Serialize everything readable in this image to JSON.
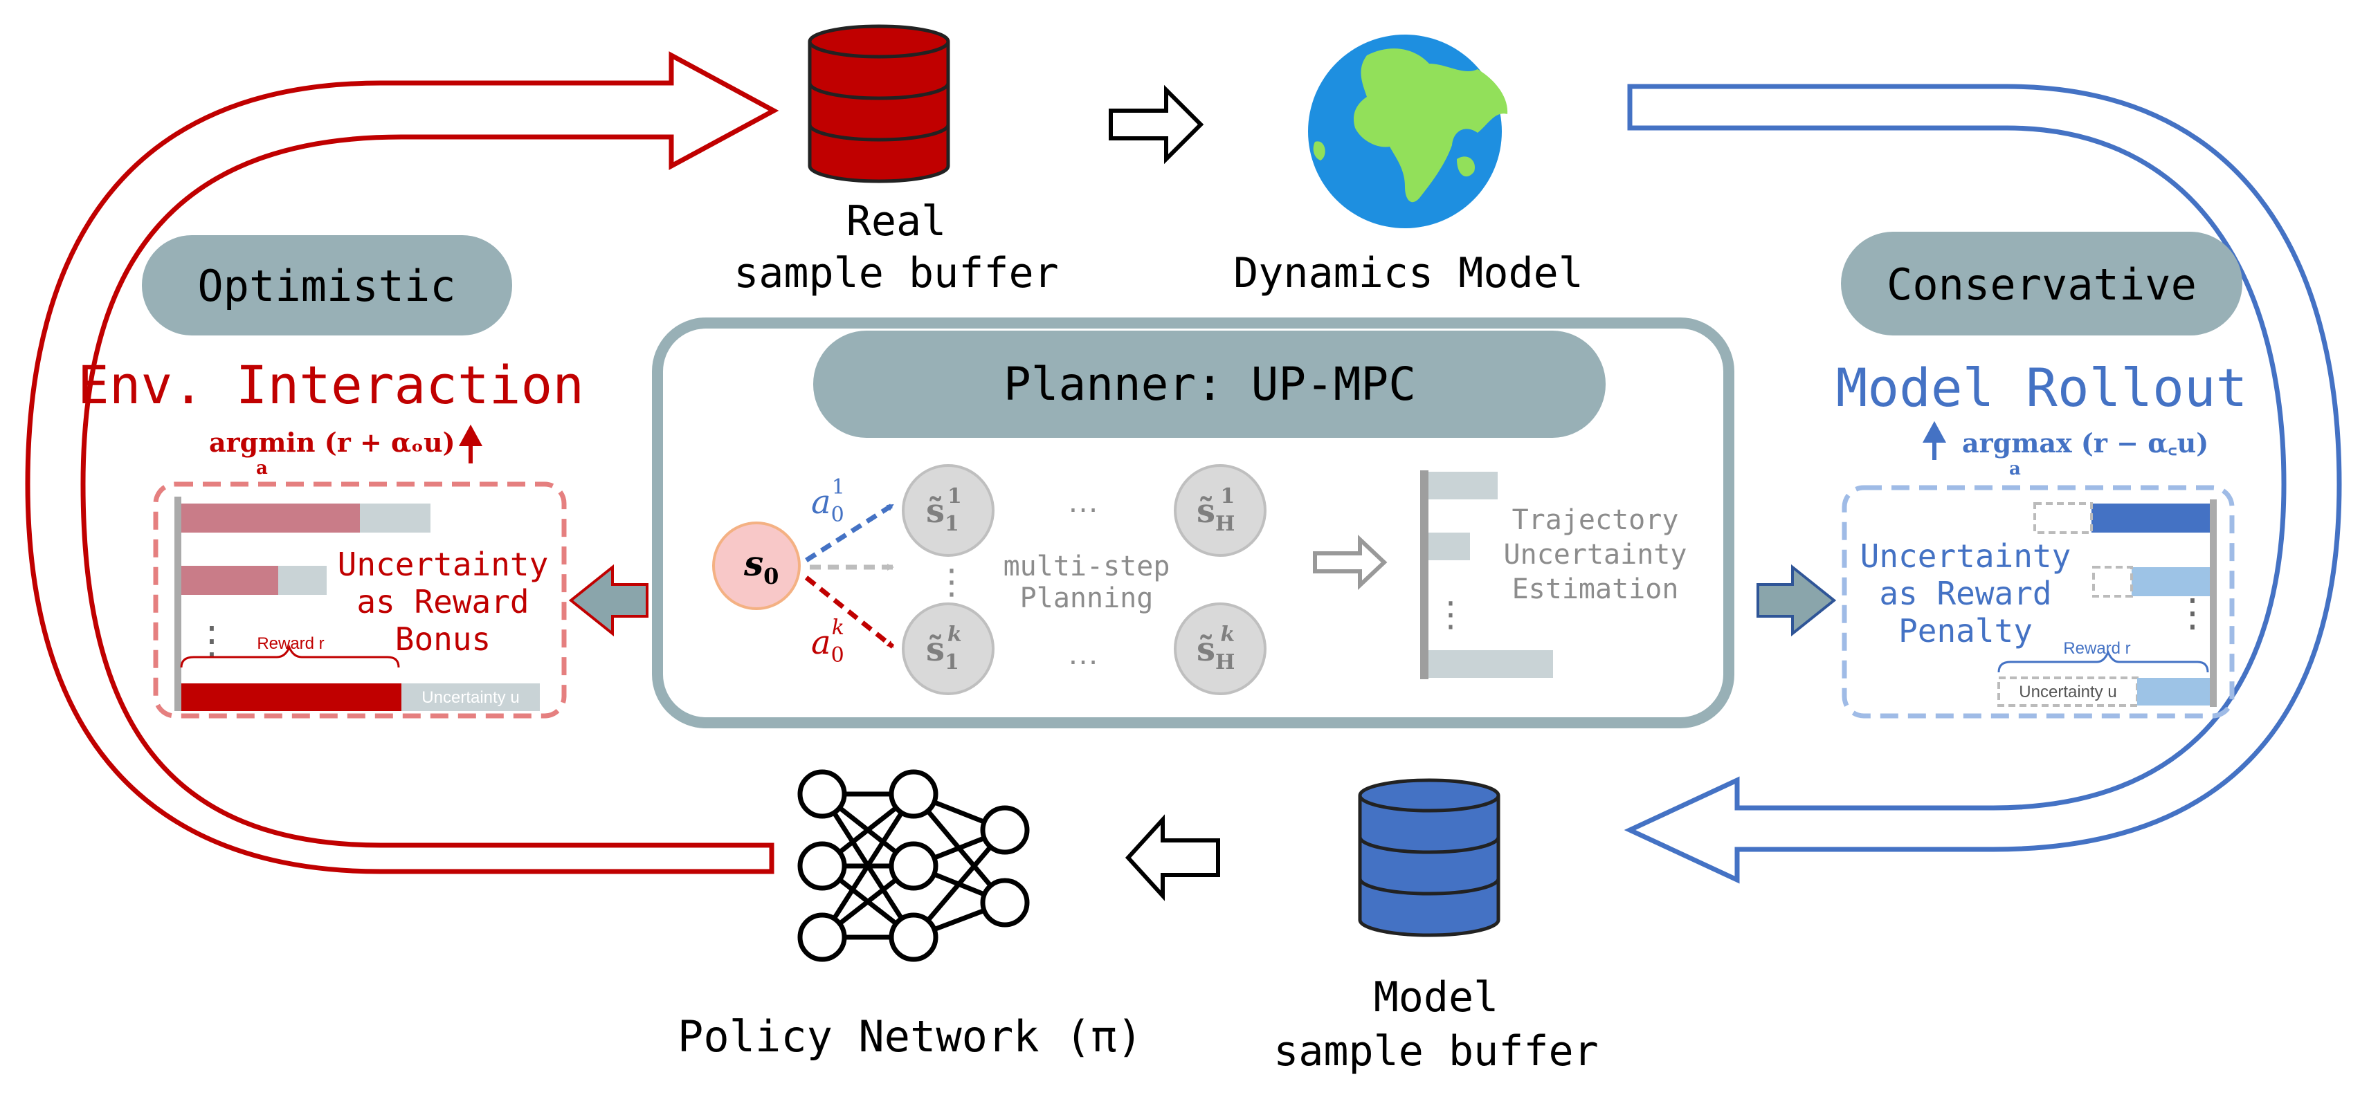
{
  "left_panel": {
    "mode_label": "Optimistic",
    "title": "Env. Interaction",
    "objective": "argmin (r + αₒu)",
    "objective_sub": "a",
    "note": [
      "Uncertainty",
      "as Reward",
      "Bonus"
    ],
    "brace_label": "Reward r",
    "uncertainty_label": "Uncertainty u",
    "dots": "⋮"
  },
  "right_panel": {
    "mode_label": "Conservative",
    "title": "Model Rollout",
    "objective": "argmax (r − α꜀u)",
    "objective_sub": "a",
    "note": [
      "Uncertainty",
      "as Reward",
      "Penalty"
    ],
    "brace_label": "Reward r",
    "uncertainty_label": "Uncertainty u",
    "dots": "⋮"
  },
  "top": {
    "real_buffer": [
      "Real",
      "sample buffer"
    ],
    "dynamics_model": "Dynamics Model"
  },
  "bottom": {
    "policy_network": "Policy Network (π)",
    "model_buffer": [
      "Model",
      "sample buffer"
    ]
  },
  "planner": {
    "title": "Planner: UP-MPC",
    "s0": "s",
    "s0_sub": "0",
    "a_top": "a",
    "a_top_sub": "0",
    "a_top_sup": "1",
    "a_bot": "a",
    "a_bot_sub": "0",
    "a_bot_sup": "k",
    "s11": "s̃",
    "s11_sub": "1",
    "s11_sup": "1",
    "s1h": "s̃",
    "s1h_sub": "H",
    "s1h_sup": "1",
    "sk1": "s̃",
    "sk1_sub": "1",
    "sk1_sup": "k",
    "skh": "s̃",
    "skh_sub": "H",
    "skh_sup": "k",
    "ellipsis": "…",
    "vdots": "⋮",
    "multistep": [
      "multi-step",
      "Planning"
    ],
    "trajectory": [
      "Trajectory",
      "Uncertainty",
      "Estimation"
    ]
  },
  "colors": {
    "red": "#c00000",
    "blue": "#4472c4",
    "teal": "#98b0b6",
    "gray_node": "#d9d9d9",
    "pink_node": "#f8c8c8"
  },
  "icons": [
    "database-red-icon",
    "database-blue-icon",
    "globe-icon",
    "neural-network-icon",
    "arrow-right-icon",
    "arrow-left-icon"
  ]
}
